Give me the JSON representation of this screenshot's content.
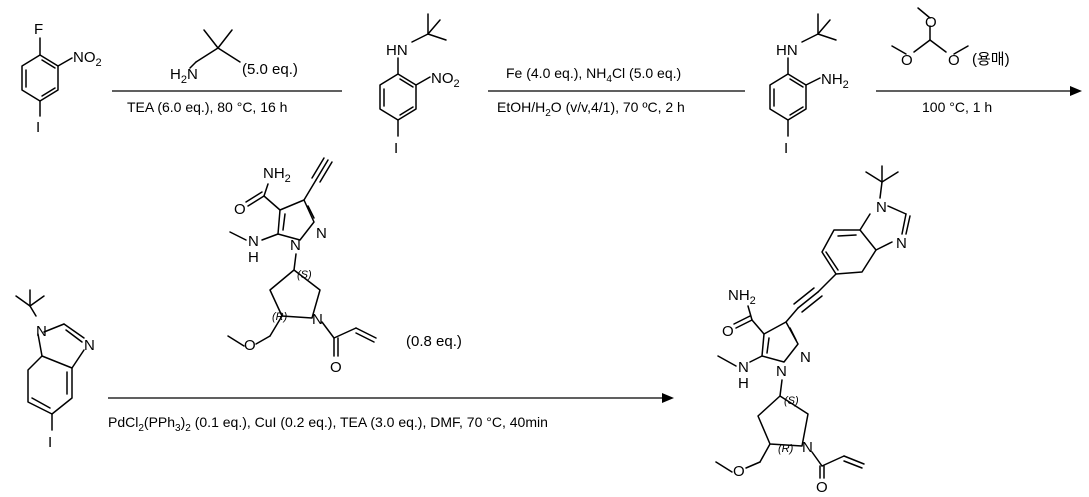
{
  "reaction_scheme": {
    "step1": {
      "reagent_labels": {
        "amine_nh": "H2N",
        "amine_eq": "(5.0 eq.)"
      },
      "conditions": "TEA (6.0 eq.), 80 °C, 16 h"
    },
    "step2": {
      "conditions_top": "Fe (4.0 eq.), NH4Cl (5.0 eq.)",
      "conditions_bottom": "EtOH/H2O (v/v,4/1), 70 ºC, 2 h"
    },
    "step3": {
      "solvent_note": "(용매)",
      "conditions": "100 °C, 1 h"
    },
    "step4": {
      "reagent_eq": "(0.8 eq.)",
      "conditions": "PdCl2(PPh3)2 (0.1 eq.), CuI (0.2 eq.), TEA (3.0 eq.), DMF, 70 °C, 40min"
    },
    "atom_labels": {
      "F": "F",
      "NO2": "NO2",
      "I": "I",
      "HN": "HN",
      "NH2": "NH2",
      "N": "N",
      "O": "O",
      "H": "H",
      "S": "(S)",
      "R": "(R)"
    }
  }
}
